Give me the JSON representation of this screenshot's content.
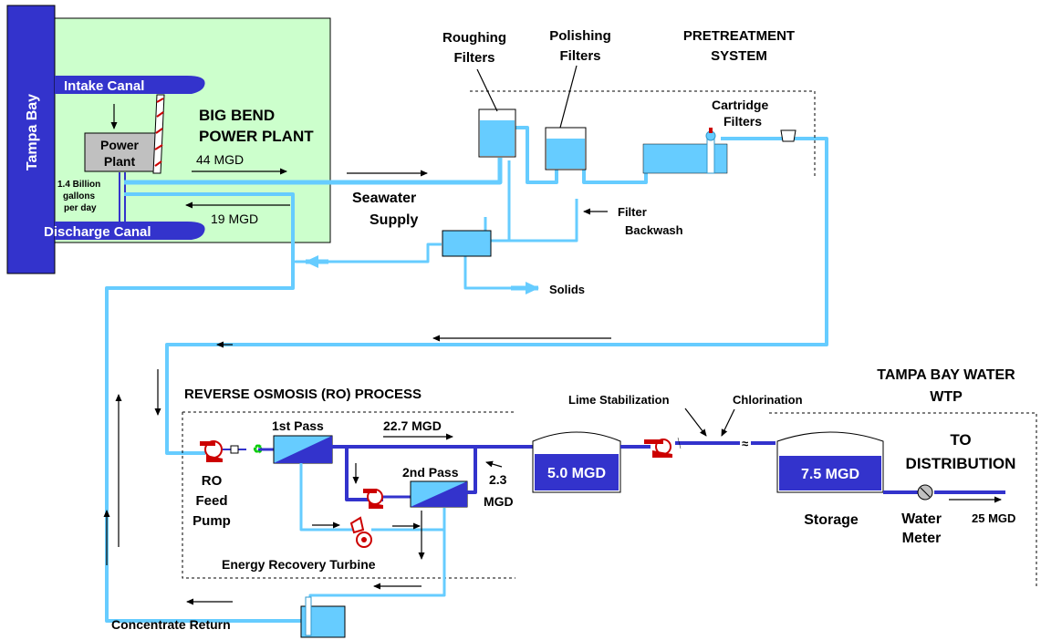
{
  "labels": {
    "tampa_bay": "Tampa Bay",
    "intake_canal": "Intake Canal",
    "discharge_canal": "Discharge Canal",
    "power_plant_1": "Power",
    "power_plant_2": "Plant",
    "billion_1": "1.4 Billion",
    "billion_2": "gallons",
    "billion_3": "per day",
    "big_bend_1": "BIG BEND",
    "big_bend_2": "POWER PLANT",
    "flow_44": "44 MGD",
    "flow_19": "19 MGD",
    "seawater_1": "Seawater",
    "seawater_2": "Supply",
    "roughing_1": "Roughing",
    "roughing_2": "Filters",
    "polishing_1": "Polishing",
    "polishing_2": "Filters",
    "pretreat_1": "PRETREATMENT",
    "pretreat_2": "SYSTEM",
    "cartridge_1": "Cartridge",
    "cartridge_2": "Filters",
    "filter_backwash_1": "Filter",
    "filter_backwash_2": "Backwash",
    "solids": "Solids",
    "ro_process": "REVERSE OSMOSIS (RO) PROCESS",
    "first_pass": "1st Pass",
    "second_pass": "2nd Pass",
    "flow_227": "22.7 MGD",
    "flow_23_1": "2.3",
    "flow_23_2": "MGD",
    "ro_feed_1": "RO",
    "ro_feed_2": "Feed",
    "ro_feed_3": "Pump",
    "energy_recovery": "Energy Recovery Turbine",
    "concentrate_return": "Concentrate Return",
    "lime": "Lime Stabilization",
    "chlorination": "Chlorination",
    "tank1": "5.0 MGD",
    "tank2": "7.5 MGD",
    "tbw_1": "TAMPA BAY WATER",
    "tbw_2": "WTP",
    "to_1": "TO",
    "to_2": "DISTRIBUTION",
    "storage": "Storage",
    "water_meter_1": "Water",
    "water_meter_2": "Meter",
    "flow_25": "25 MGD"
  },
  "colors": {
    "plant_background": "#ccffcc",
    "bay": "#3333cc",
    "power_plant_box": "#c0c0c0",
    "seawater_pipe": "#66ccff",
    "product_pipe": "#3333cc",
    "tank_blue": "#3333cc",
    "pump_red": "#cc0000"
  },
  "icons": {
    "pump": "centrifugal-pump-icon",
    "membrane": "ro-membrane-icon",
    "valve": "valve-icon",
    "meter": "water-meter-icon",
    "stack": "smokestack-icon"
  }
}
